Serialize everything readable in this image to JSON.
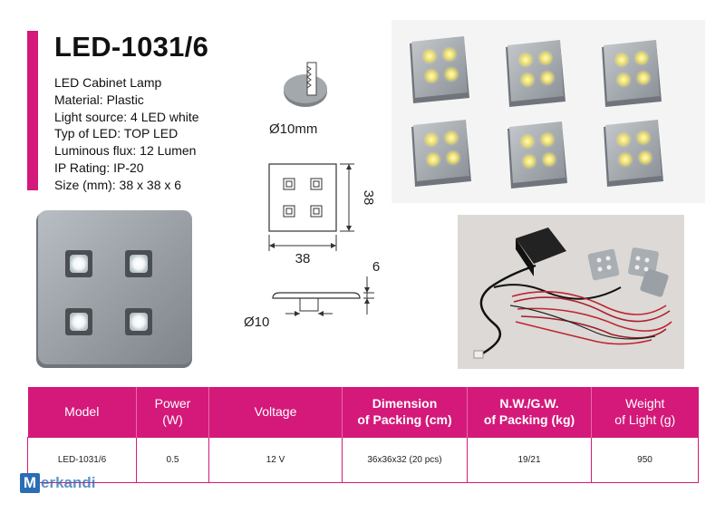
{
  "product": {
    "title": "LED-1031/6",
    "specs": [
      "LED Cabinet Lamp",
      "Material: Plastic",
      "Light source: 4 LED white",
      "Typ of LED: TOP LED",
      "Luminous flux: 12 Lumen",
      "IP Rating: IP-20",
      "Size (mm): 38 x 38 x 6"
    ]
  },
  "drawing": {
    "hole_diameter": "Ø10mm",
    "width": "38",
    "height": "38",
    "thickness": "6",
    "base_diameter": "Ø10"
  },
  "table": {
    "headers": [
      {
        "line1": "Model",
        "line2": ""
      },
      {
        "line1": "Power",
        "line2": "(W)"
      },
      {
        "line1": "Voltage",
        "line2": ""
      },
      {
        "line1": "Dimension",
        "line2": "of Packing (cm)"
      },
      {
        "line1": "N.W./G.W.",
        "line2": "of Packing (kg)"
      },
      {
        "line1": "Weight",
        "line2": "of Light (g)"
      }
    ],
    "row": [
      "LED-1031/6",
      "0.5",
      "12 V",
      "36x36x32 (20 pcs)",
      "19/21",
      "950"
    ]
  },
  "watermark": {
    "letter": "M",
    "text": "erkandi"
  },
  "colors": {
    "accent": "#d4197a",
    "lamp_body": "#9aa0a6",
    "led_glow": "#f3e46a"
  }
}
